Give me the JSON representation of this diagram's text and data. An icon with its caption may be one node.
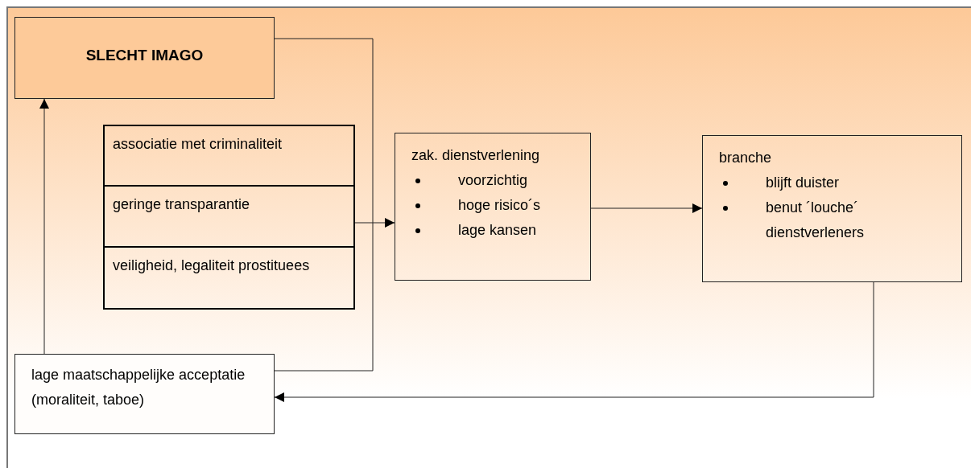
{
  "diagram": {
    "nodes": [
      {
        "text": [
          "SLECHT IMAGO"
        ]
      },
      {
        "text": [
          "associatie met criminaliteit"
        ]
      },
      {
        "text": [
          "geringe transparantie"
        ]
      },
      {
        "text": [
          "veiligheid, legaliteit prostituees"
        ]
      },
      {
        "text": [
          "zak. dienstverlening",
          "voorzichtig",
          "hoge risico´s",
          "lage kansen"
        ]
      },
      {
        "text": [
          "branche",
          "blijft duister",
          "benut ´louche´ dienstverleners"
        ]
      },
      {
        "text": [
          "lage maatschappelijke acceptatie",
          "(moraliteit, taboe)"
        ]
      }
    ],
    "edges": [
      {
        "from": 2,
        "to": 4,
        "arrow": "to"
      },
      {
        "from": 4,
        "to": 5,
        "arrow": "to"
      },
      {
        "from": 5,
        "to": 6,
        "arrow": "to"
      },
      {
        "from": 6,
        "to": 0,
        "arrow": "to"
      },
      {
        "from": 0,
        "to": 6,
        "arrow": "none"
      }
    ]
  }
}
